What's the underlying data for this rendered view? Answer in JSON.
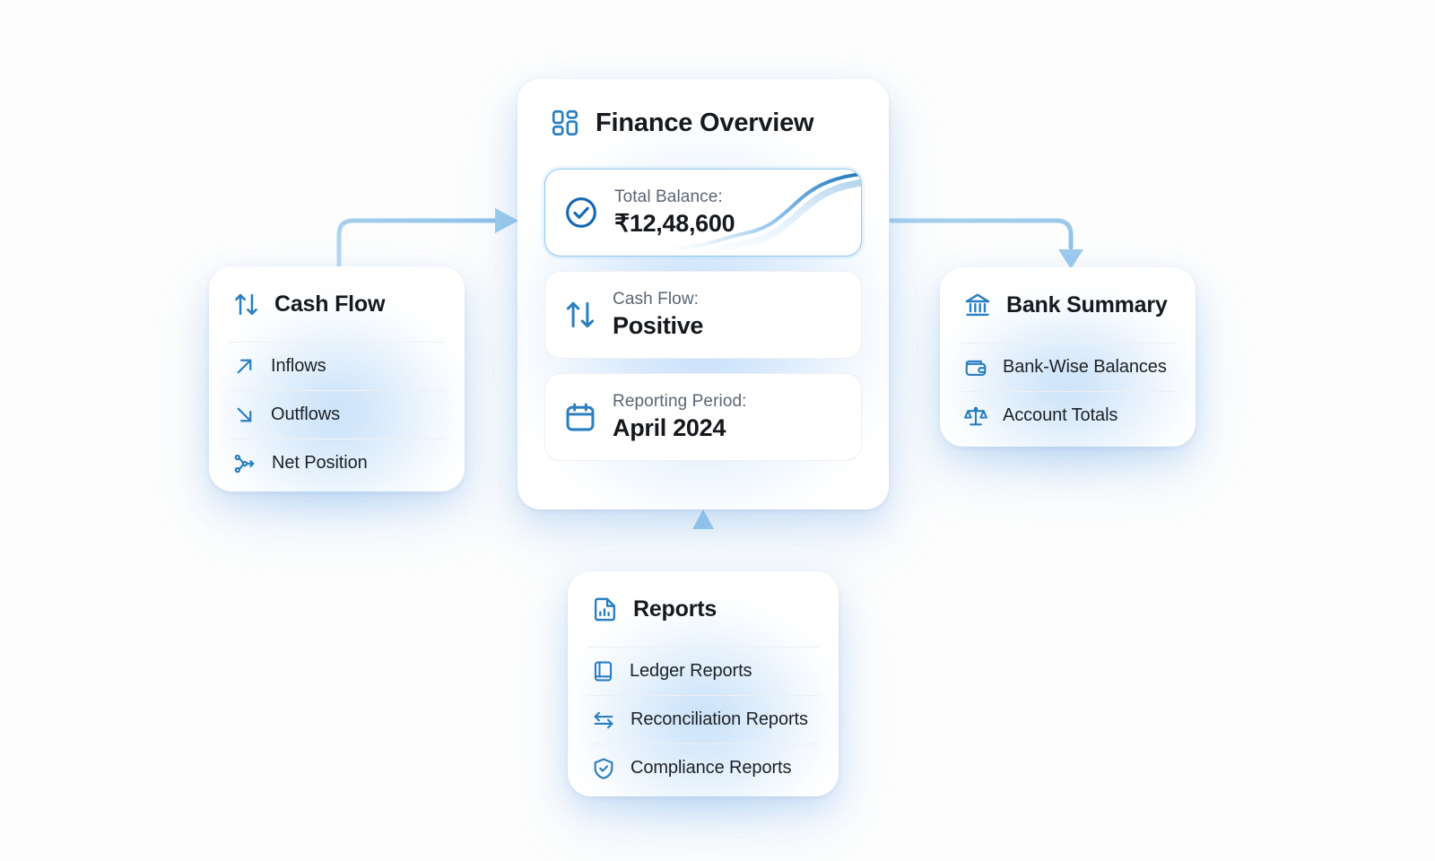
{
  "accent": "#2a7fc1",
  "accent_light": "#9ec9ea",
  "background": "#fdfdfd",
  "center": {
    "icon": "grid-dashboard-icon",
    "title": "Finance Overview",
    "metrics": [
      {
        "icon": "check-circle-icon",
        "label": "Total Balance:",
        "value": "₹12,48,600",
        "highlight": true,
        "sparkline": true
      },
      {
        "icon": "arrows-up-down-icon",
        "label": "Cash Flow:",
        "value": "Positive",
        "highlight": false,
        "sparkline": false
      },
      {
        "icon": "calendar-icon",
        "label": "Reporting Period:",
        "value": "April 2024",
        "highlight": false,
        "sparkline": false
      }
    ]
  },
  "cashflow": {
    "icon": "arrows-up-down-icon",
    "title": "Cash Flow",
    "rows": [
      {
        "icon": "arrow-up-right-icon",
        "label": "Inflows"
      },
      {
        "icon": "arrow-down-right-icon",
        "label": "Outflows"
      },
      {
        "icon": "git-network-icon",
        "label": "Net Position"
      }
    ]
  },
  "bank": {
    "icon": "bank-building-icon",
    "title": "Bank Summary",
    "rows": [
      {
        "icon": "wallet-icon",
        "label": "Bank-Wise Balances"
      },
      {
        "icon": "scales-balance-icon",
        "label": "Account Totals"
      }
    ]
  },
  "reports": {
    "icon": "file-chart-icon",
    "title": "Reports",
    "rows": [
      {
        "icon": "book-icon",
        "label": "Ledger Reports"
      },
      {
        "icon": "swap-arrows-icon",
        "label": "Reconciliation Reports"
      },
      {
        "icon": "shield-check-icon",
        "label": "Compliance Reports"
      }
    ]
  },
  "connectors": [
    {
      "name": "cashflow-to-center",
      "direction": "right"
    },
    {
      "name": "center-to-bank",
      "direction": "down"
    },
    {
      "name": "reports-to-center",
      "direction": "up"
    }
  ]
}
